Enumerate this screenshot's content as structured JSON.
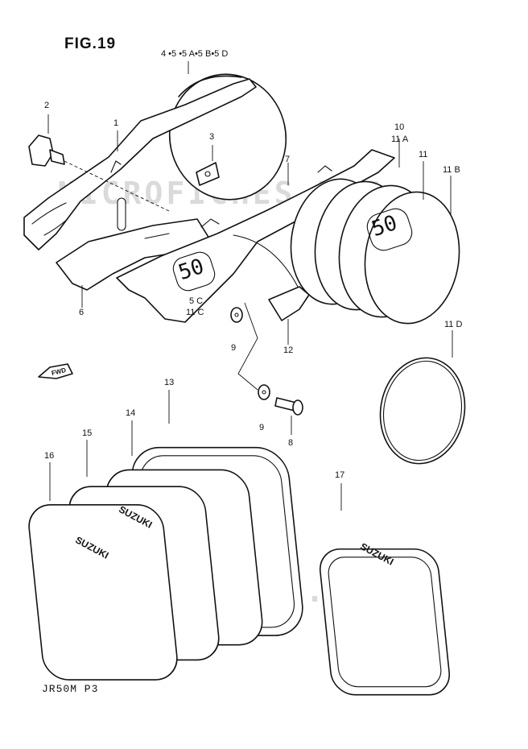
{
  "figure": {
    "title": "FIG.19",
    "model_code": "JR50M  P3"
  },
  "watermark": {
    "text": "MICROFICHES.NET"
  },
  "direction_arrow": {
    "label": "FWD"
  },
  "decals": {
    "number_50": "50",
    "brand": "SUZUKI"
  },
  "callouts": {
    "c1": "1",
    "c2": "2",
    "c3": "3",
    "c4": "4 •5 •5 A•5 B•5 D",
    "c5c": "5 C",
    "c11c": "11 C",
    "c6": "6",
    "c7": "7",
    "c8": "8",
    "c9a": "9",
    "c9b": "9",
    "c10": "10",
    "c11a": "11 A",
    "c11": "11",
    "c11b": "11 B",
    "c11d": "11 D",
    "c12": "12",
    "c13": "13",
    "c14": "14",
    "c15": "15",
    "c16": "16",
    "c17": "17"
  }
}
